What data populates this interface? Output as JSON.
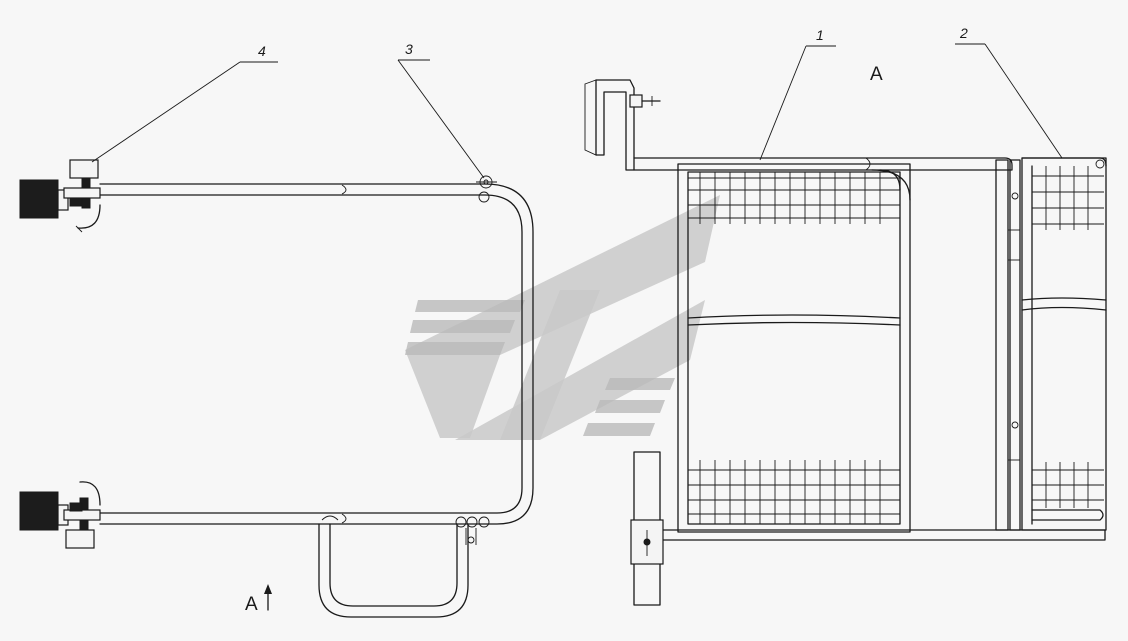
{
  "callouts": [
    {
      "id": "callout-4",
      "text": "4"
    },
    {
      "id": "callout-3",
      "text": "3"
    },
    {
      "id": "callout-1",
      "text": "1"
    },
    {
      "id": "callout-2",
      "text": "2"
    }
  ],
  "view_labels": {
    "view_a_title": "A",
    "view_a_arrow": "A"
  },
  "colors": {
    "ink": "#1a1a1a",
    "paper": "#f7f7f7",
    "watermark": "#c4c4c4"
  }
}
